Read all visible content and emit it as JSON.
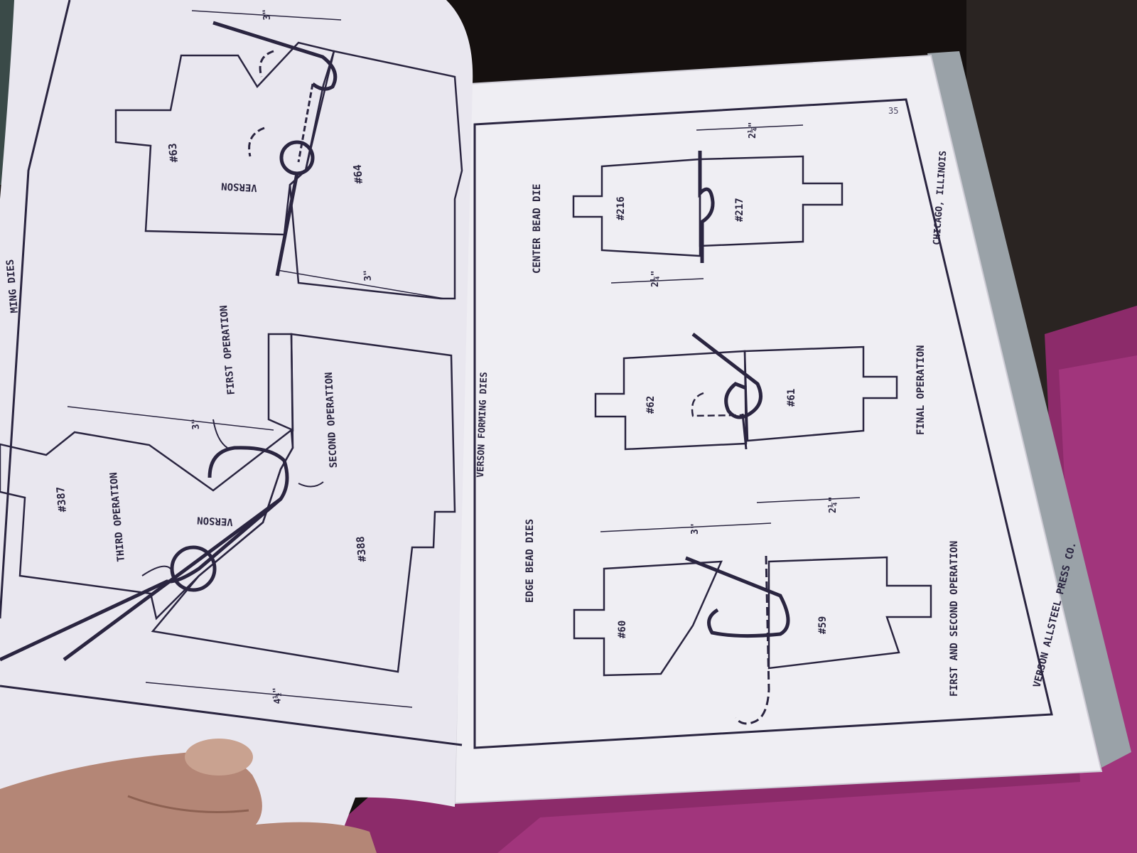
{
  "left_page": {
    "header_fragment": "MING DIES",
    "top_figure": {
      "dimension_top": "3\"",
      "die_upper": "#63",
      "die_lower": "#64",
      "brand_mark": "VERSON",
      "dimension_bottom": "3\""
    },
    "bottom_figure": {
      "first_operation": "FIRST OPERATION",
      "second_operation": "SECOND OPERATION",
      "third_operation": "THIRD OPERATION",
      "dimension_upper": "3\"",
      "die_upper": "#387",
      "die_lower": "#388",
      "brand_mark": "VERSON",
      "dimension_bottom": "4½\""
    }
  },
  "gutter_title": "VERSON FORMING DIES",
  "right_page": {
    "page_number": "35",
    "center_bead": {
      "title": "CENTER BEAD DIE",
      "die_upper": "#216",
      "die_lower": "#217",
      "dimension_top": "2¼\"",
      "dimension_bottom": "2¼\""
    },
    "edge_bead": {
      "title": "EDGE BEAD DIES",
      "final_operation": {
        "label": "FINAL OPERATION",
        "die_upper": "#62",
        "die_lower": "#61"
      },
      "first_second_operation": {
        "label": "FIRST AND SECOND OPERATION",
        "die_upper": "#60",
        "die_lower": "#59",
        "dimension_upper": "3\"",
        "dimension_lower": "2¼\""
      }
    },
    "footer_company": "VERSON ALLSTEEL PRESS CO.",
    "footer_city": "CHICAGO, ILLINOIS"
  }
}
